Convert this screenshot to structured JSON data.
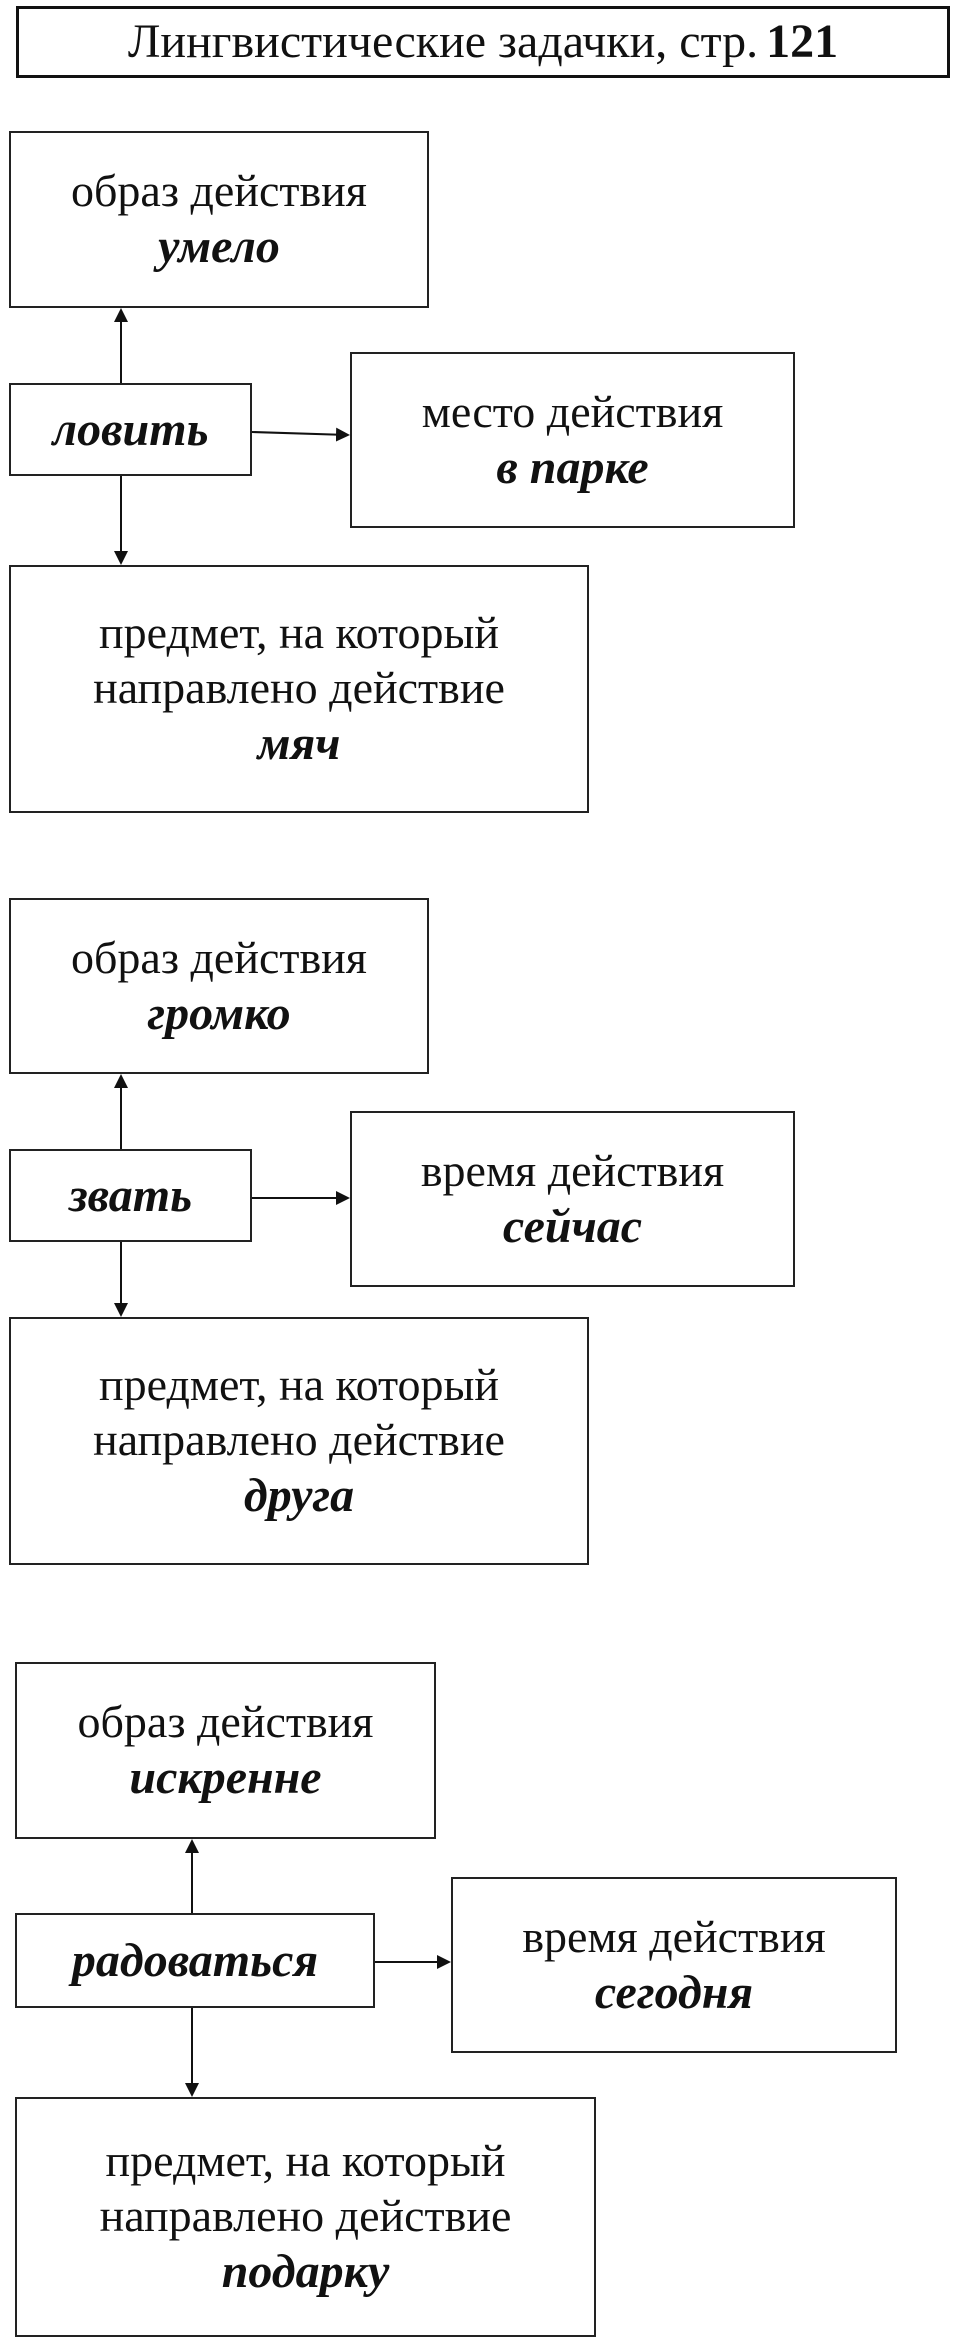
{
  "header": {
    "title": "Лингвистические задачки, стр.",
    "page": "121"
  },
  "diagrams": [
    {
      "verb": "ловить",
      "manner": {
        "label": "образ действия",
        "value": "умело"
      },
      "circumstance": {
        "label": "место действия",
        "value": "в парке"
      },
      "object": {
        "label_line1": "предмет, на который",
        "label_line2": "направлено действие",
        "value": "мяч"
      }
    },
    {
      "verb": "звать",
      "manner": {
        "label": "образ действия",
        "value": "громко"
      },
      "circumstance": {
        "label": "время действия",
        "value": "сейчас"
      },
      "object": {
        "label_line1": "предмет, на который",
        "label_line2": "направлено действие",
        "value": "друга"
      }
    },
    {
      "verb": "радоваться",
      "manner": {
        "label": "образ действия",
        "value": "искренне"
      },
      "circumstance": {
        "label": "время действия",
        "value": "сегодня"
      },
      "object": {
        "label_line1": "предмет, на который",
        "label_line2": "направлено действие",
        "value": "подарку"
      }
    }
  ]
}
